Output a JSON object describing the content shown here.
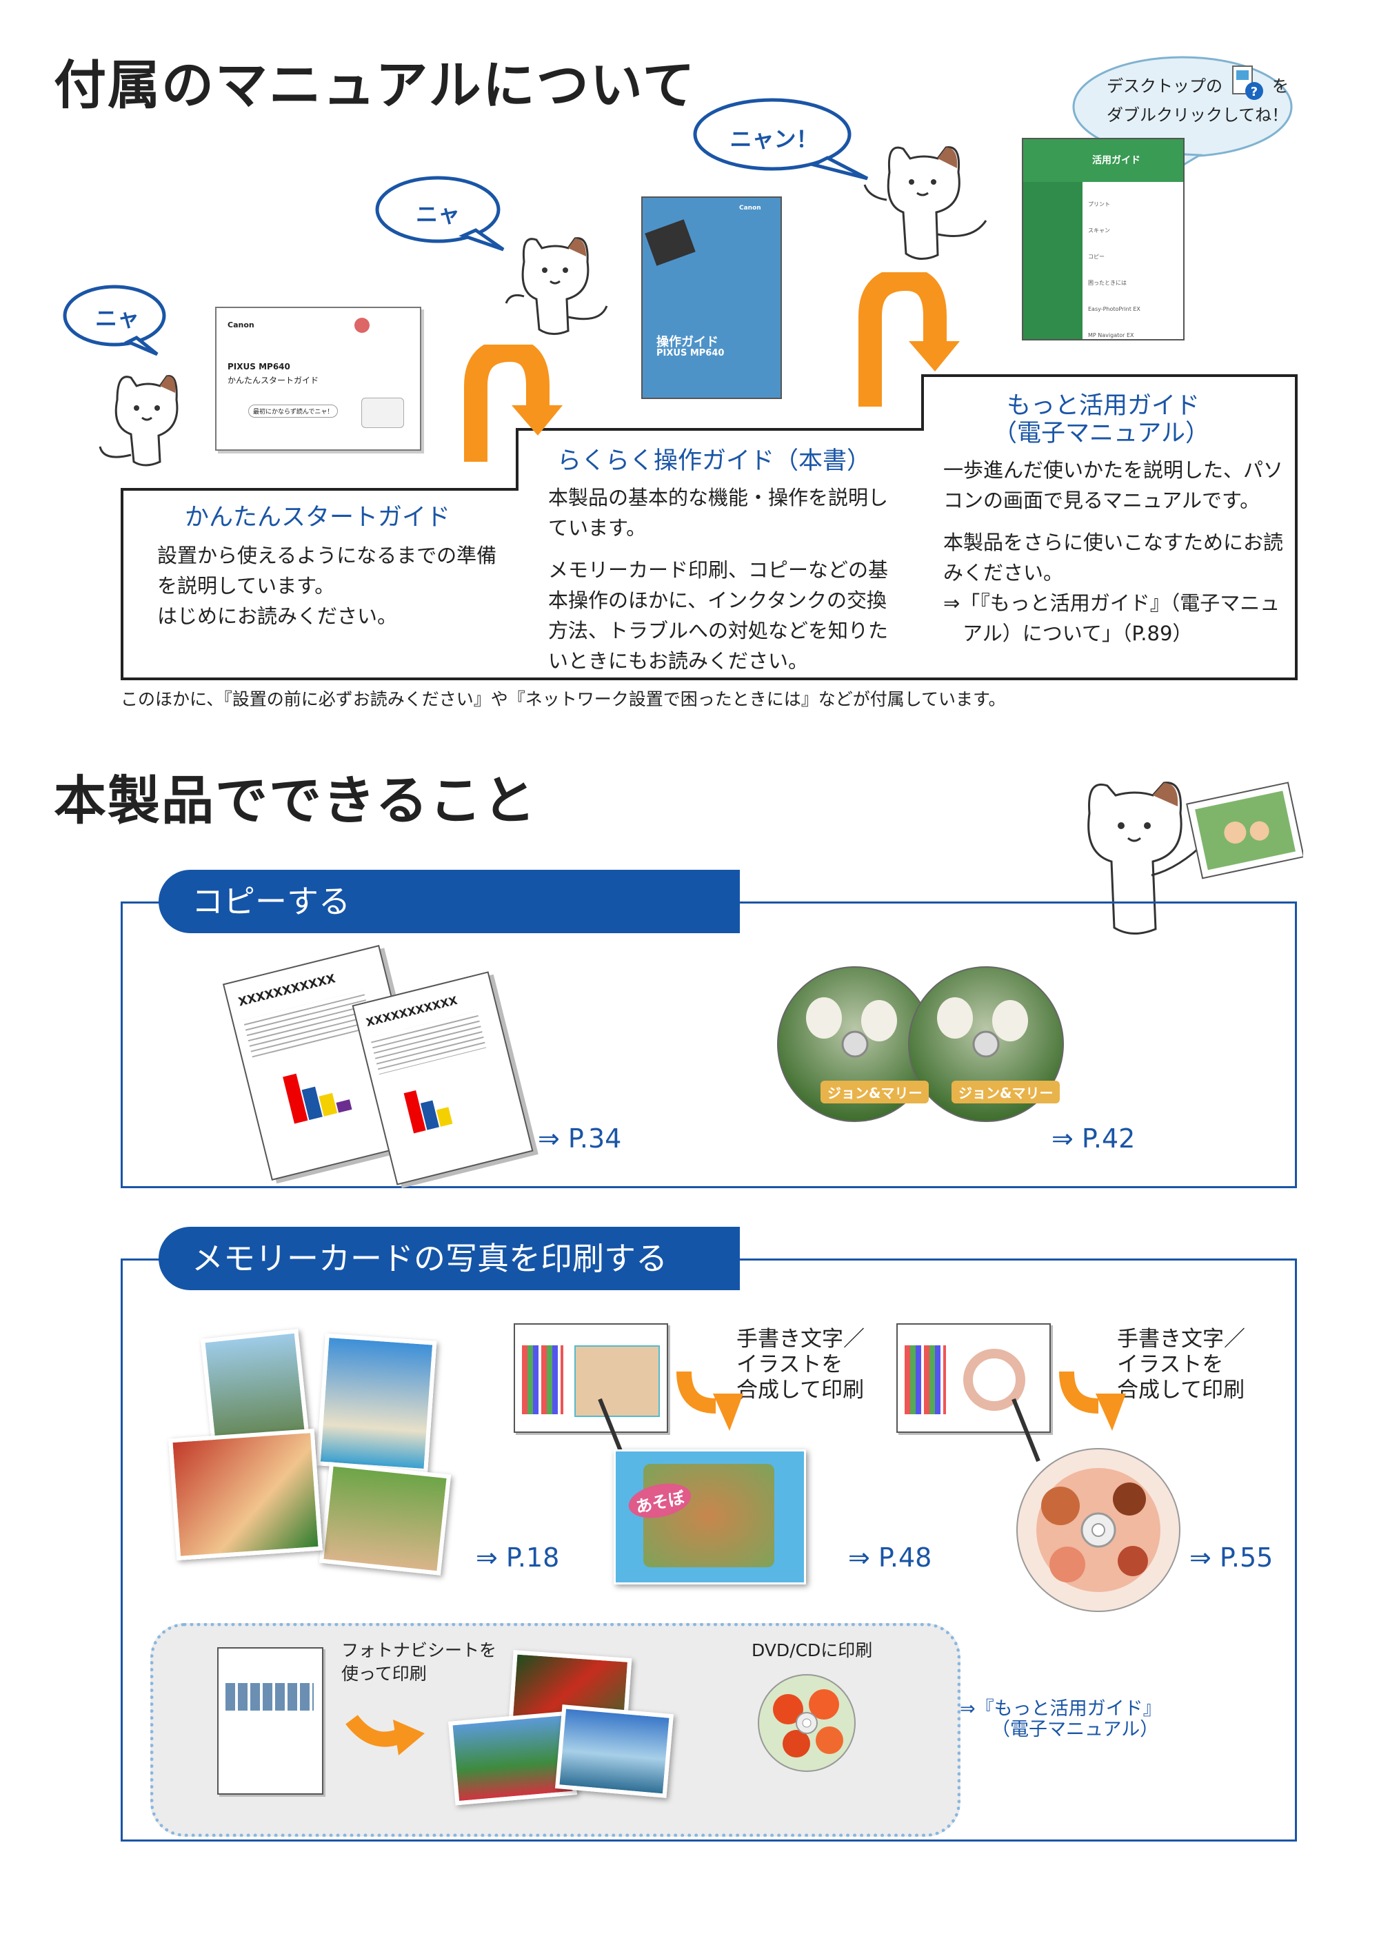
{
  "manuals": {
    "title": "付属のマニュアルについて",
    "bubbles": [
      "ニャ",
      "ニャ",
      "ニャン！"
    ],
    "desktop_bubble": {
      "line1_a": "デスクトップの",
      "line1_b": "を",
      "line2": "ダブルクリックしてね！"
    },
    "quick_start": {
      "heading": "かんたんスタートガイド",
      "text": [
        "設置から使えるようになるまでの準備",
        "を説明しています。",
        "はじめにお読みください。"
      ],
      "cover_brand": "Canon",
      "cover_model": "PIXUS MP640",
      "cover_title": "かんたんスタートガイド",
      "cover_note": "最初にかならず読んでニャ！"
    },
    "easy_guide": {
      "heading": "らくらく操作ガイド（本書）",
      "text": [
        "本製品の基本的な機能・操作を説明し",
        "ています。"
      ],
      "text2": [
        "メモリーカード印刷、コピーなどの基",
        "本操作のほかに、インクタンクの交換",
        "方法、トラブルへの対処などを知りた",
        "いときにもお読みください。"
      ],
      "cover_title": "操作ガイド",
      "cover_model": "PIXUS MP640",
      "cover_brand": "Canon"
    },
    "more_guide": {
      "heading1": "もっと活用ガイド",
      "heading2": "（電子マニュアル）",
      "text": [
        "一歩進んだ使いかたを説明した、パソ",
        "コンの画面で見るマニュアルです。"
      ],
      "text2": [
        "本製品をさらに使いこなすためにお読",
        "みください。"
      ],
      "ref1": "⇒「『もっと活用ガイド』（電子マニュ",
      "ref2": "アル）について」（P.89）",
      "screen_title": "活用ガイド",
      "screen_items": [
        "プリント",
        "スキャン",
        "コピー",
        "困ったときには",
        "Easy-PhotoPrint EX",
        "MP Navigator EX"
      ]
    },
    "footnote": "このほかに、『設置の前に必ずお読みください』や『ネットワーク設置で困ったときには』などが付属しています。"
  },
  "features": {
    "title": "本製品でできること",
    "copy": {
      "tab": "コピーする",
      "doc_header": "XXXXXXXXXXX",
      "disc_label": "ジョン&マリー",
      "ref1": "⇒ P.34",
      "ref2": "⇒ P.42"
    },
    "memory": {
      "tab": "メモリーカードの写真を印刷する",
      "handwrite": [
        "手書き文字／",
        "イラストを",
        "合成して印刷"
      ],
      "ref1": "⇒ P.18",
      "ref2": "⇒ P.48",
      "ref3": "⇒ P.55",
      "card_text": "あそぼ",
      "photonavi": [
        "フォトナビシートを",
        "使って印刷"
      ],
      "dvd": "DVD/CDに印刷",
      "more_ref1": "⇒『もっと活用ガイド』",
      "more_ref2": "（電子マニュアル）"
    }
  },
  "colors": {
    "brand_blue": "#1555a8",
    "arrow_orange": "#f7941d",
    "text": "#222222"
  }
}
